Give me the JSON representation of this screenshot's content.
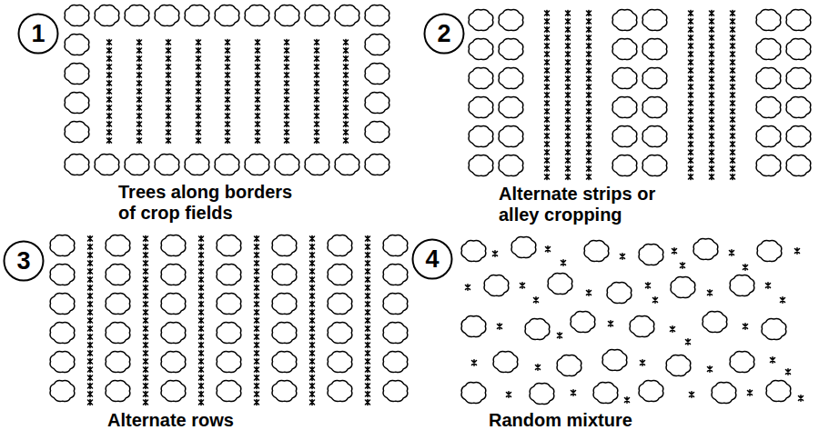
{
  "diagram": {
    "nodes": [
      {
        "text": [
          "1"
        ]
      },
      {
        "text": [
          "2"
        ]
      },
      {
        "text": [
          "3"
        ]
      },
      {
        "text": [
          "4"
        ]
      }
    ],
    "labels": [
      "Trees along borders of crop fields",
      "Alternate strips or alley cropping",
      "Alternate rows",
      "Random mixture"
    ]
  }
}
